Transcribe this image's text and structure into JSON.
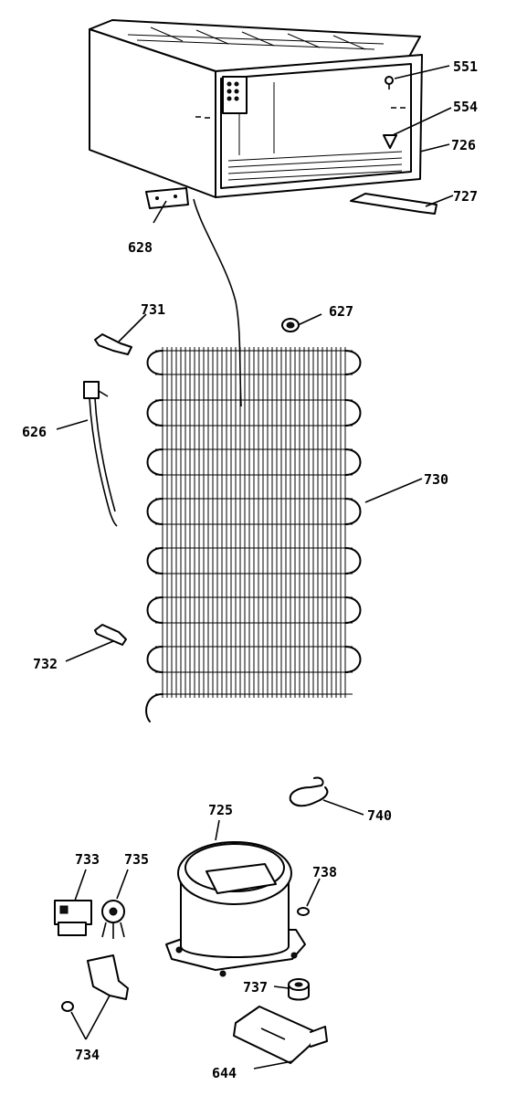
{
  "diagram": {
    "parts": [
      {
        "id": "part-551",
        "label": "551"
      },
      {
        "id": "part-554",
        "label": "554"
      },
      {
        "id": "part-726",
        "label": "726"
      },
      {
        "id": "part-727",
        "label": "727"
      },
      {
        "id": "part-628",
        "label": "628"
      },
      {
        "id": "part-731",
        "label": "731"
      },
      {
        "id": "part-627",
        "label": "627"
      },
      {
        "id": "part-626",
        "label": "626"
      },
      {
        "id": "part-730",
        "label": "730"
      },
      {
        "id": "part-732",
        "label": "732"
      },
      {
        "id": "part-725",
        "label": "725"
      },
      {
        "id": "part-740",
        "label": "740"
      },
      {
        "id": "part-733",
        "label": "733"
      },
      {
        "id": "part-735",
        "label": "735"
      },
      {
        "id": "part-738",
        "label": "738"
      },
      {
        "id": "part-737",
        "label": "737"
      },
      {
        "id": "part-734",
        "label": "734"
      },
      {
        "id": "part-644",
        "label": "644"
      }
    ]
  }
}
